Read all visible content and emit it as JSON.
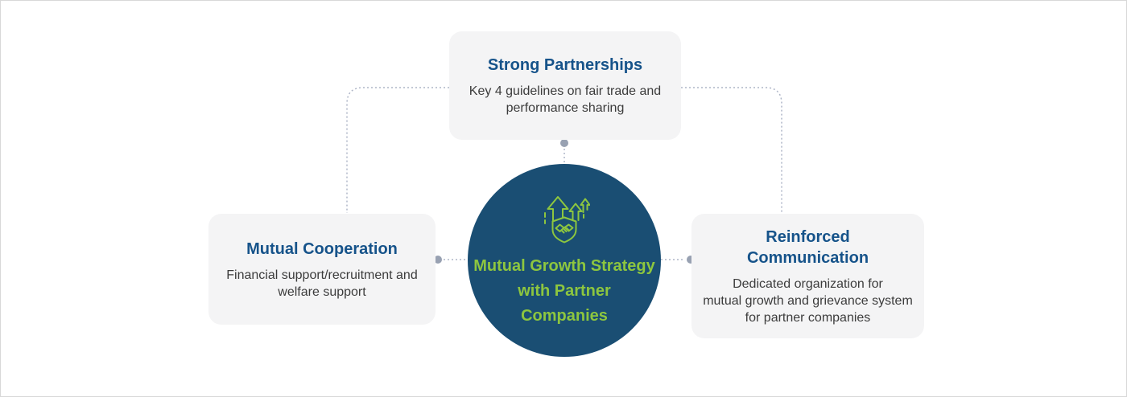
{
  "diagram": {
    "center": {
      "label_lines": [
        "Mutual Growth Strategy",
        "with Partner",
        "Companies"
      ],
      "icon": "growth-arrows-handshake-shield-icon",
      "bg_color": "#1a4e73",
      "text_color": "#8dc63f"
    },
    "boxes": [
      {
        "id": "top",
        "title": "Strong Partnerships",
        "description_lines": [
          "Key 4 guidelines on fair trade and",
          "performance sharing"
        ]
      },
      {
        "id": "left",
        "title": "Mutual Cooperation",
        "description_lines": [
          "Financial support/recruitment and",
          "welfare support"
        ]
      },
      {
        "id": "right",
        "title": "Reinforced Communication",
        "description_lines": [
          "Dedicated organization for",
          "mutual growth and grievance system",
          "for partner companies"
        ]
      }
    ],
    "colors": {
      "box_title": "#16538a",
      "box_text": "#3c3c3c",
      "box_bg": "#f4f4f5",
      "connector_line": "#aeb5c7",
      "connector_dot": "#98a1b2",
      "page_border": "#d8d8d8"
    }
  }
}
